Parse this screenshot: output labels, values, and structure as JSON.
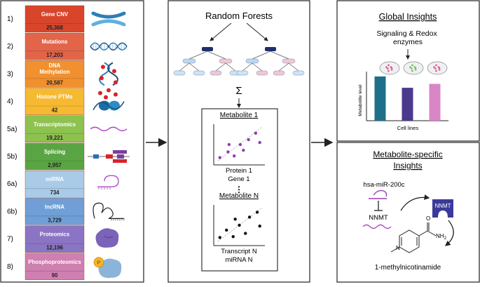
{
  "layers": [
    {
      "index": "1)",
      "name": "Gene CNV",
      "count": "25,368",
      "color": "#d9452b",
      "icon": "chromosome-icon"
    },
    {
      "index": "2)",
      "name": "Mutations",
      "count": "17,203",
      "color": "#e2654a",
      "icon": "dna-helix-icon"
    },
    {
      "index": "3)",
      "name": "DNA Methylation",
      "count": "20,587",
      "color": "#f0902f",
      "icon": "methylated-dna-icon"
    },
    {
      "index": "4)",
      "name": "Histone PTMs",
      "count": "42",
      "color": "#f6b932",
      "icon": "nucleosome-icon"
    },
    {
      "index": "5a)",
      "name": "Transcriptomics",
      "count": "19,221",
      "color": "#8ec24f",
      "icon": "rna-strand-icon"
    },
    {
      "index": "5b)",
      "name": "Splicing",
      "count": "2,957",
      "color": "#5aa543",
      "icon": "splicing-icon"
    },
    {
      "index": "6a)",
      "name": "miRNA",
      "count": "734",
      "color": "#a9cbe8",
      "icon": "mirna-hairpin-icon"
    },
    {
      "index": "6b)",
      "name": "lncRNA",
      "count": "3,729",
      "color": "#6f9fd6",
      "icon": "lncrna-loops-icon"
    },
    {
      "index": "7)",
      "name": "Proteomics",
      "count": "12,196",
      "color": "#8a74c3",
      "icon": "protein-icon"
    },
    {
      "index": "8)",
      "name": "Phosphoproteomics",
      "count": "90",
      "color": "#cf7fb0",
      "icon": "phosphoprotein-icon"
    }
  ],
  "phospho_badge": "P",
  "middle": {
    "title": "Random Forests",
    "sum_symbol": "Σ",
    "metabolite1": {
      "title": "Metabolite 1",
      "line1": "Protein 1",
      "line2": "Gene 1"
    },
    "dots": "⋮",
    "metaboliteN": {
      "title": "Metabolite N",
      "line1": "Transcript N",
      "line2": "miRNA N"
    }
  },
  "global": {
    "title": "Global Insights",
    "subtitle": "Signaling & Redox enzymes",
    "y_label": "Metabolite level",
    "x_label": "Cell lines"
  },
  "chart_data": {
    "type": "bar",
    "categories": [
      "",
      "",
      ""
    ],
    "values": [
      90,
      67,
      75
    ],
    "colors": [
      "#1e6f8a",
      "#4b3a8c",
      "#d986c6"
    ],
    "title": "",
    "xlabel": "Cell lines",
    "ylabel": "Metabolite level",
    "ylim": [
      0,
      100
    ]
  },
  "specific": {
    "title_line1": "Metabolite-specific",
    "title_line2": "Insights",
    "mirna": "hsa-miR-200c",
    "gene": "NNMT",
    "enzyme": "NNMT",
    "product": "1-methylnicotinamide",
    "mol_n": "N",
    "mol_nh2": "NH",
    "mol_nh2_sub": "2",
    "mol_o": "O"
  }
}
